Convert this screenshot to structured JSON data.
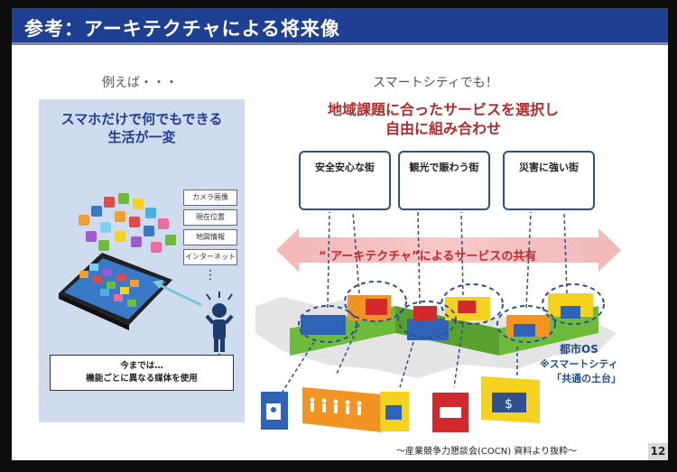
{
  "header": {
    "title": "参考：アーキテクチャによる将来像"
  },
  "left": {
    "caption": "例えば・・・",
    "headline_line1": "スマホだけで何でもできる",
    "headline_line2": "生活が一変",
    "tags": [
      "カメラ画像",
      "現在位置",
      "地図情報",
      "インターネット"
    ],
    "tags_more": "⋮",
    "note_line1": "今までは…",
    "note_line2": "機能ごとに異なる媒体を使用"
  },
  "right": {
    "caption": "スマートシティでも！",
    "headline_line1": "地域課題に合ったサービスを選択し",
    "headline_line2": "自由に組み合わせ",
    "services": [
      "安全安心な街",
      "観光で賑わう街",
      "災害に強い街"
    ],
    "banner": "“ アーキテクチャ”によるサービスの共有",
    "os_line1": "都市OS",
    "os_line2": "※スマートシティ",
    "os_line3": "「共通の土台」"
  },
  "footer": {
    "source": "～産業競争力懇談会(COCN) 資料より抜粋～",
    "page": "12"
  },
  "colors": {
    "title_bar": "#1f3f93",
    "accent_red": "#b22a2a",
    "navy": "#2f4f8f",
    "panel": "#cfdcef",
    "block_orange": "#f29422",
    "block_blue": "#2f63b8",
    "block_red": "#d3282e",
    "block_yellow": "#f4d21e",
    "block_green": "#6dbb3a"
  }
}
